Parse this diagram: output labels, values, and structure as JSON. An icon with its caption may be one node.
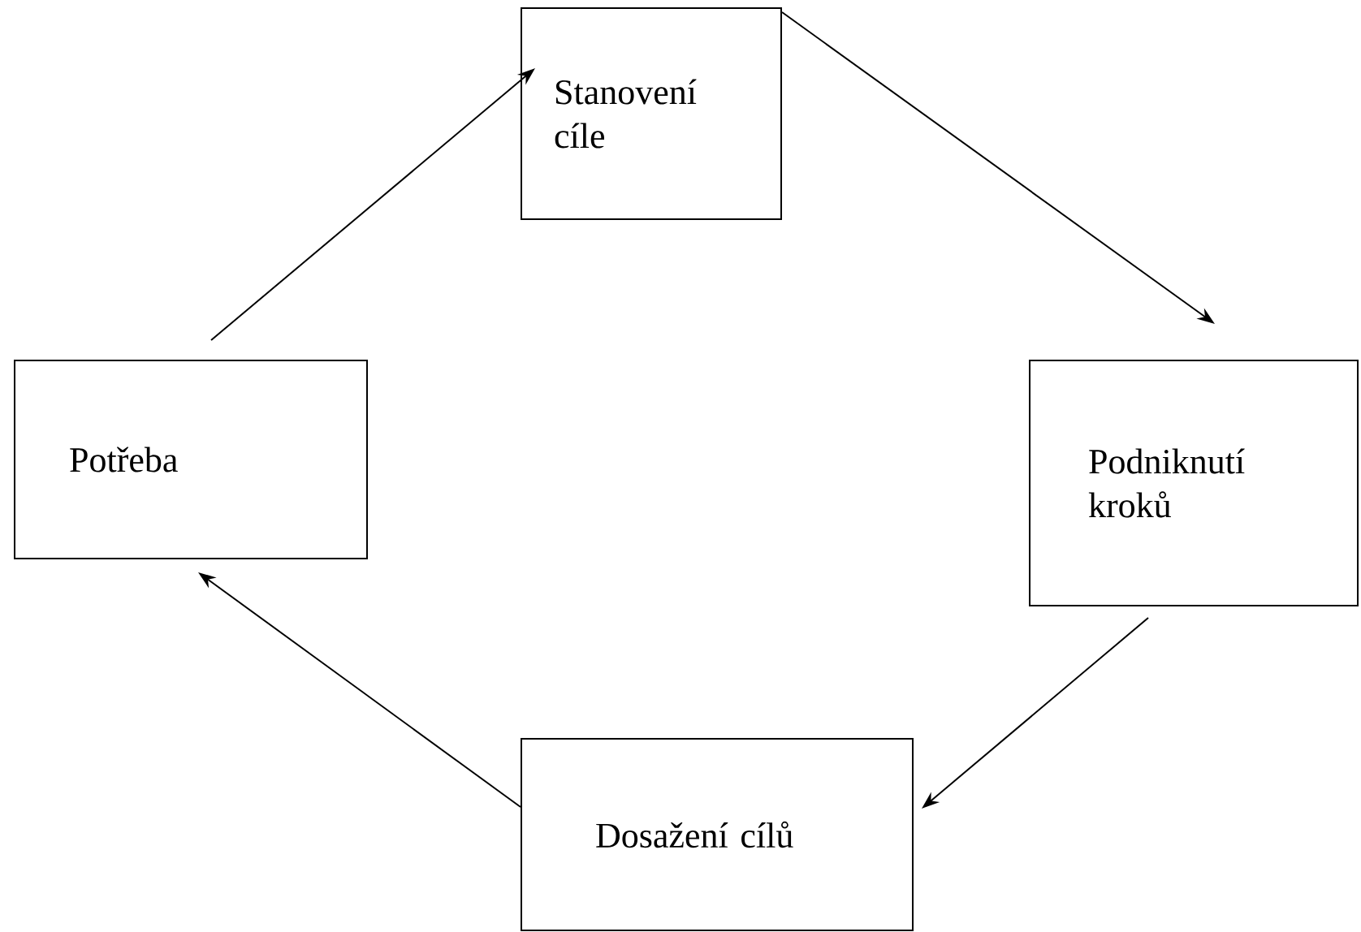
{
  "diagram": {
    "nodes": [
      {
        "text": [
          "Stanovení cíle"
        ]
      },
      {
        "text": [
          "Potřeba"
        ]
      },
      {
        "text": [
          "Podniknutí kroků"
        ]
      },
      {
        "text": [
          "Dosažení cílů"
        ]
      }
    ],
    "edges": [
      {
        "from": 1,
        "to": 0,
        "arrow": "to"
      },
      {
        "from": 0,
        "to": 2,
        "arrow": "to"
      },
      {
        "from": 2,
        "to": 3,
        "arrow": "to"
      },
      {
        "from": 3,
        "to": 1,
        "arrow": "to"
      }
    ]
  }
}
